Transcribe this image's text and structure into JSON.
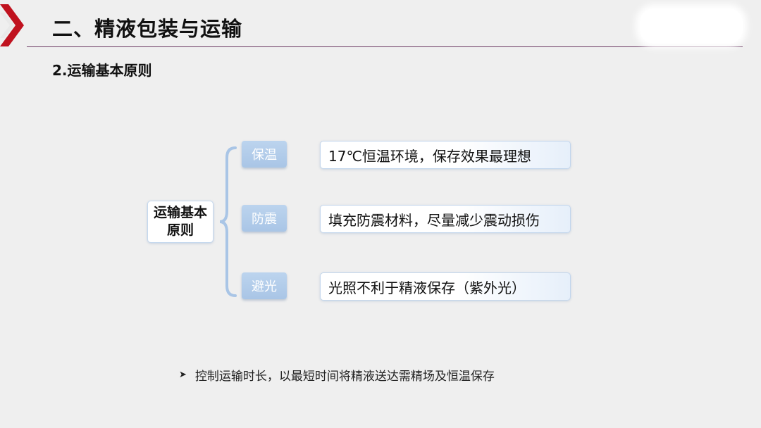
{
  "header": {
    "title": "二、精液包装与运输",
    "accent_color": "#c0121f",
    "rule_color": "#6b3a63"
  },
  "section": {
    "subtitle": "2.运输基本原则"
  },
  "diagram": {
    "root": "运输基本原则",
    "branches": [
      {
        "tag": "保温",
        "description": "17℃恒温环境，保存效果最理想"
      },
      {
        "tag": "防震",
        "description": "填充防震材料，尽量减少震动损伤"
      },
      {
        "tag": "避光",
        "description": "光照不利于精液保存（紫外光）"
      }
    ]
  },
  "note": {
    "bullet_icon": "arrow-bullet-icon",
    "text": "控制运输时长，以最短时间将精液送达需精场及恒温保存"
  }
}
